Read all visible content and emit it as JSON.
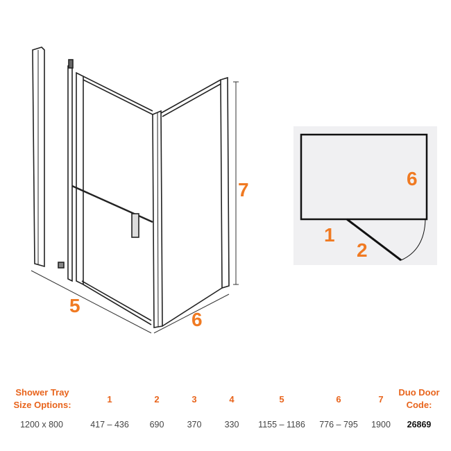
{
  "colors": {
    "accent": "#f07a22",
    "header": "#e8641c",
    "plan_bg": "#f0f0f2"
  },
  "diagram": {
    "perspective_labels": {
      "width": "5",
      "depth": "6",
      "height": "7"
    },
    "plan_labels": {
      "fixed_panel": "1",
      "door": "2",
      "side": "6"
    }
  },
  "table": {
    "headers": [
      "Shower Tray Size Options:",
      "1",
      "2",
      "3",
      "4",
      "5",
      "6",
      "7",
      "Duo Door Code:"
    ],
    "header_lines": {
      "first": [
        "Shower Tray",
        "Size Options:"
      ],
      "last": [
        "Duo Door",
        "Code:"
      ]
    },
    "row": [
      "1200 x 800",
      "417 – 436",
      "690",
      "370",
      "330",
      "1155  – 1186",
      "776 – 795",
      "1900",
      "26869"
    ]
  }
}
